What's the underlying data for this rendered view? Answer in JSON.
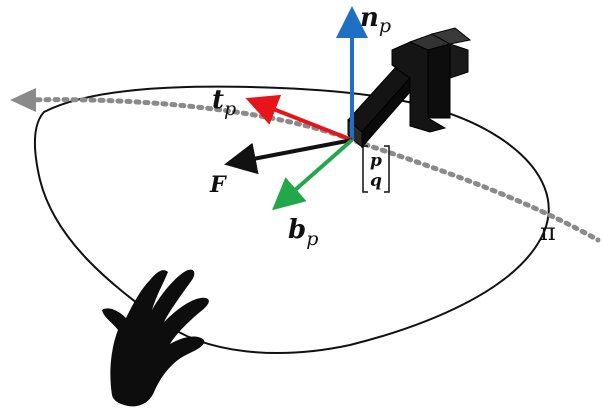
{
  "labels": {
    "n_main": "n",
    "n_sub": "p",
    "t_main": "t",
    "t_sub": "p",
    "b_main": "b",
    "b_sub": "p",
    "force": "F",
    "point_p": "p",
    "point_q": "q",
    "plane": "π"
  },
  "colors": {
    "normal_vector": "#1f6fc5",
    "tangent_vector": "#e8141c",
    "binormal_vector": "#22a84a",
    "force_vector": "#111111",
    "curve": "#8a8a8a",
    "outline": "#111111",
    "hand": "#0d0d0d",
    "tool": "#111111"
  },
  "icons": [
    "hand-silhouette-icon",
    "robot-tool-icon"
  ]
}
